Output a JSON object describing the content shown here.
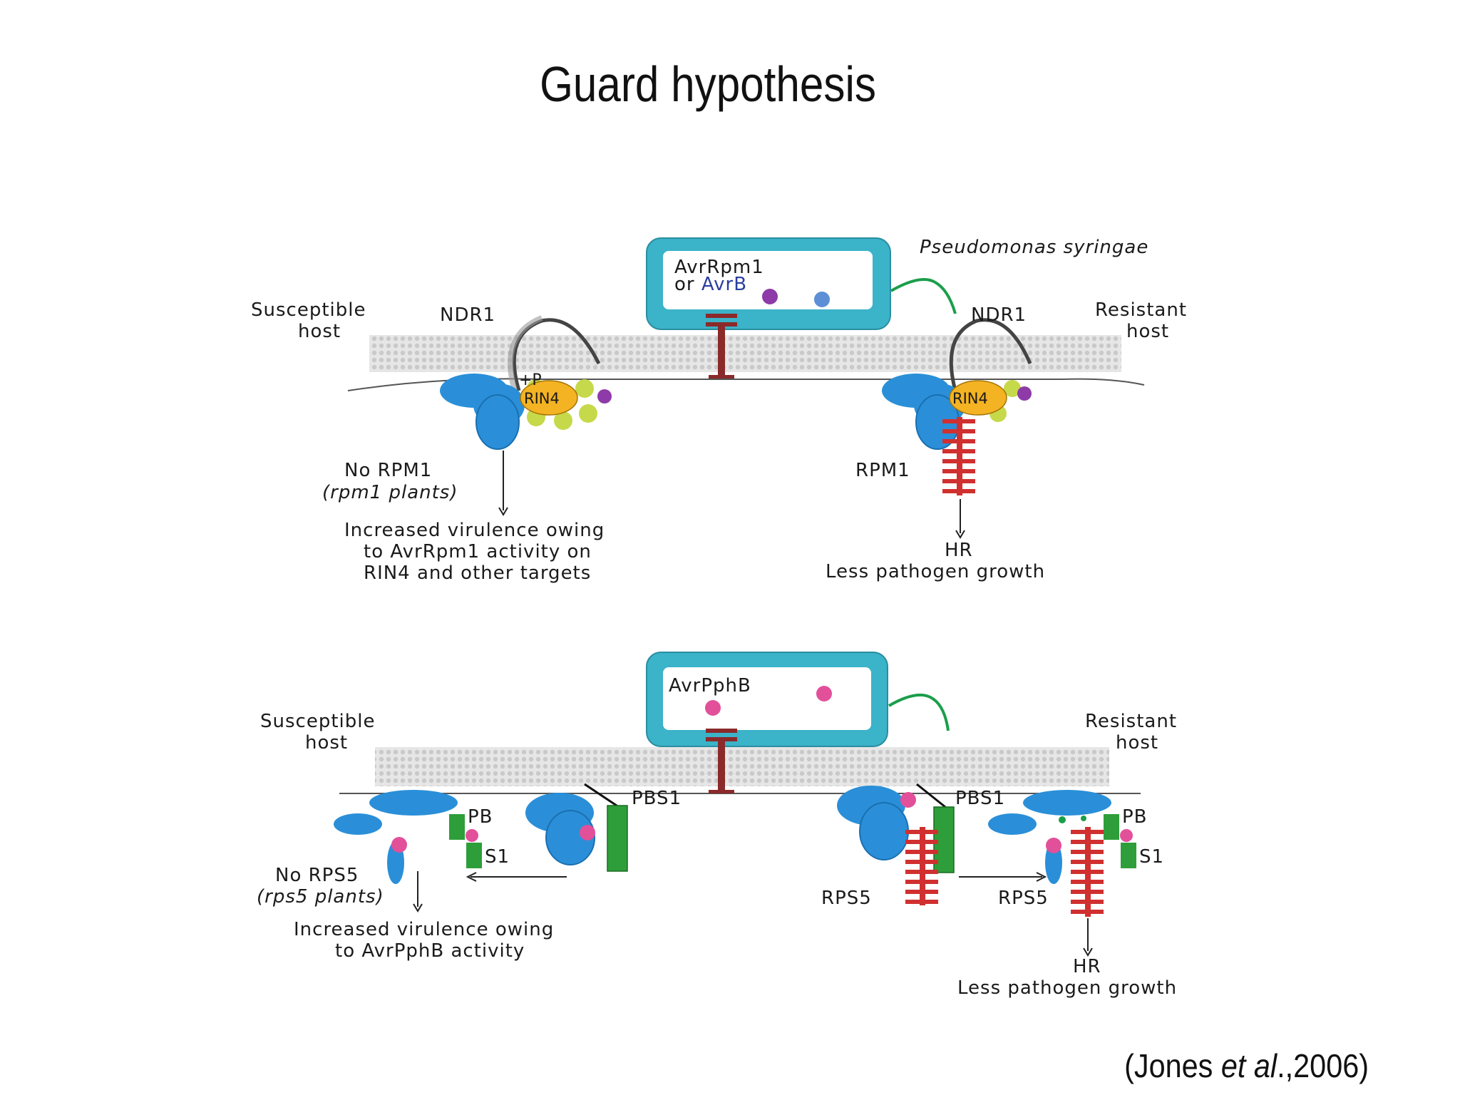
{
  "title": "Guard hypothesis",
  "citation": {
    "prefix": "(Jones ",
    "etal": "et al",
    "suffix": ".,2006)"
  },
  "colors": {
    "cell": "#3bb3c8",
    "cell_inner": "#ffffff",
    "membrane": "#d8d8d8",
    "protein_blue": "#2a8fd8",
    "rin4": "#f4b323",
    "phospho": "#c6d94a",
    "effector_purple": "#8e3aa8",
    "effector_blue": "#5c8fd6",
    "effector_pink": "#e2509a",
    "rpm1_red": "#d0302f",
    "pbs1_green": "#2e9e3a",
    "injector": "#8b2a2a",
    "flagellum": "#1a9e4a",
    "avrrpm1_text": "#c2188b",
    "avrb_text": "#2a3f9e"
  },
  "panel_top": {
    "pathogen": "Pseudomonas syringae",
    "effector_1": "AvrRpm1",
    "effector_or": "or ",
    "effector_2": "AvrB",
    "left_host": [
      "Susceptible",
      "host"
    ],
    "right_host": [
      "Resistant",
      "host"
    ],
    "ndr1_left": "NDR1",
    "ndr1_right": "NDR1",
    "rin4_left": "RIN4",
    "rin4_right": "RIN4",
    "phospho_label": "+P",
    "no_rpm1": "No RPM1",
    "rpm1_plants": "(rpm1 plants)",
    "rpm1": "RPM1",
    "outcome_left": [
      "Increased virulence owing",
      "to AvrRpm1 activity on",
      "RIN4 and other targets"
    ],
    "outcome_right": [
      "HR",
      "Less pathogen growth"
    ]
  },
  "panel_bottom": {
    "effector": "AvrPphB",
    "left_host": [
      "Susceptible",
      "host"
    ],
    "right_host": [
      "Resistant",
      "host"
    ],
    "pbs1_left": "PBS1",
    "pbs1_right": "PBS1",
    "pb_left": "PB",
    "s1_left": "S1",
    "pb_right": "PB",
    "s1_right": "S1",
    "no_rps5": "No RPS5",
    "rps5_plants": "(rps5 plants)",
    "rps5_left": "RPS5",
    "rps5_right": "RPS5",
    "outcome_left": [
      "Increased virulence owing",
      "to AvrPphB activity"
    ],
    "outcome_right": [
      "HR",
      "Less pathogen growth"
    ]
  }
}
